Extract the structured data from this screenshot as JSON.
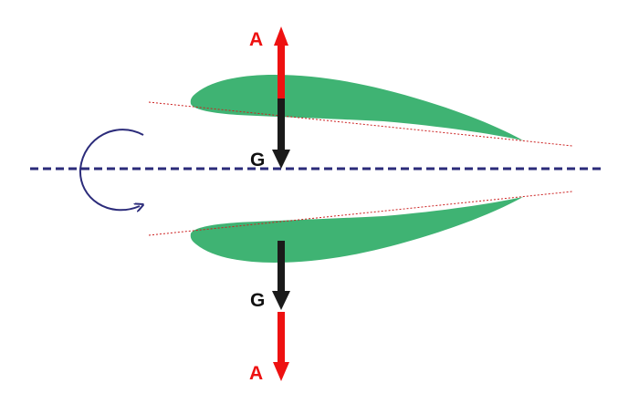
{
  "labels": {
    "lift_top": "A",
    "weight_top": "G",
    "weight_bottom": "G",
    "lift_bottom": "A"
  },
  "colors": {
    "wing_fill": "#3fb373",
    "lift_arrow": "#ee1111",
    "weight_arrow": "#1a1a1a",
    "axis_line": "#2b2b7a",
    "rotation_arrow": "#2b2b7a",
    "chord_line": "#cc2222",
    "lift_label": "#ee1111",
    "weight_label": "#111111"
  },
  "icons": {
    "rotation": "rotation-arrow-icon"
  }
}
